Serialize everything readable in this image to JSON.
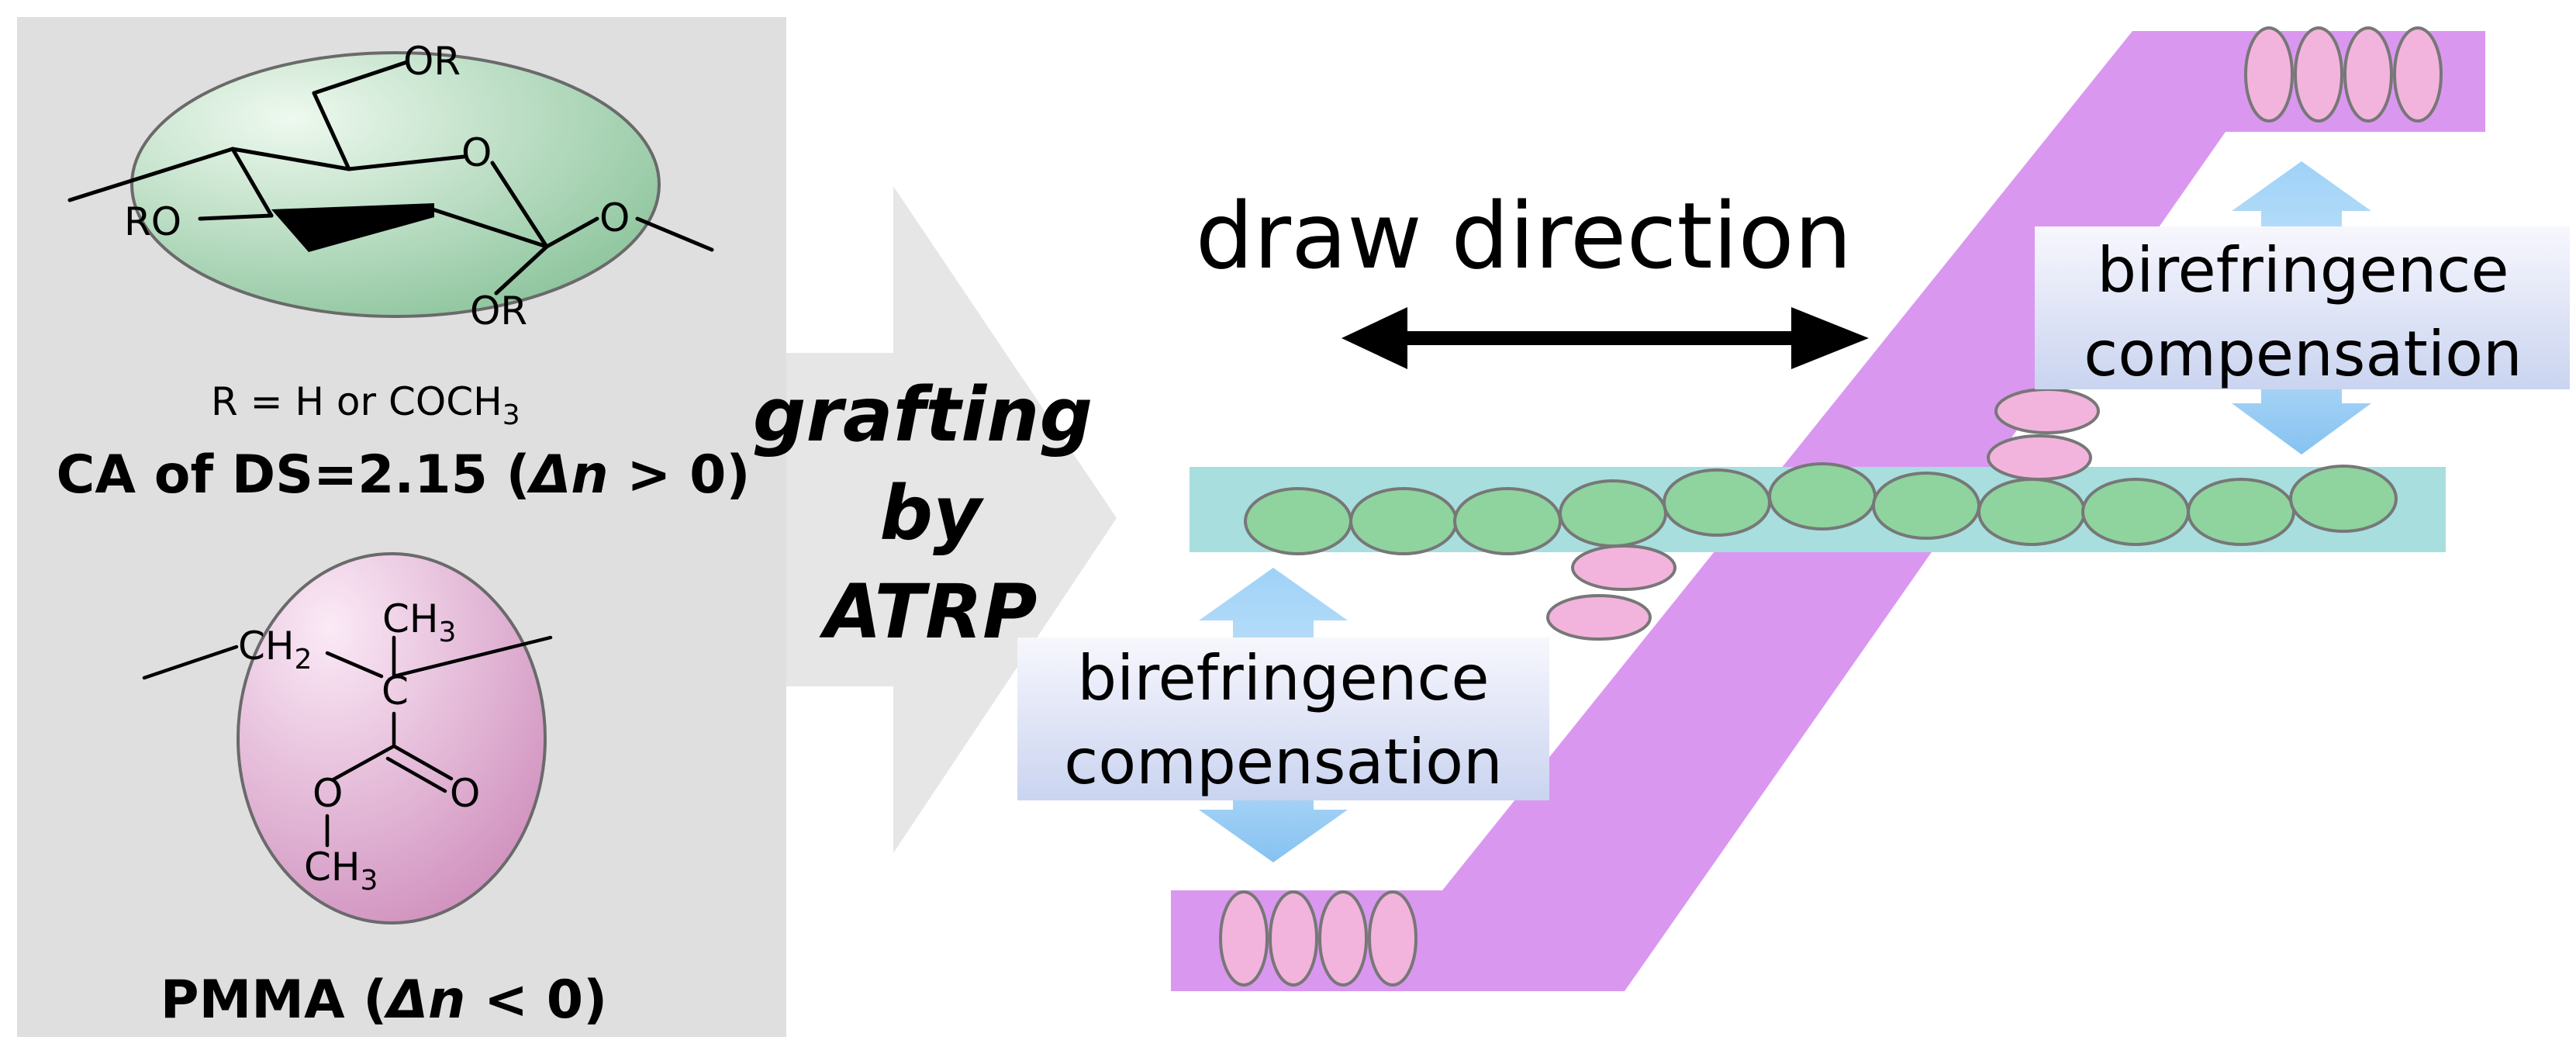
{
  "left_panel": {
    "cellulose_acetate": {
      "substituent_top": "OR",
      "ring_oxygen": "O",
      "substituent_left": "RO",
      "substituent_bottom": "OR",
      "bridge_oxygen": "O",
      "r_definition_main": "R = H or COCH",
      "r_definition_sub": "3",
      "caption_prefix": "CA of DS",
      "caption_eq": "=",
      "caption_value": "2.15",
      "caption_open": "(",
      "caption_delta": "Δ",
      "caption_n": "n",
      "caption_relation": ">",
      "caption_zero": "0)"
    },
    "pmma": {
      "ch2_main": "CH",
      "ch2_sub": "2",
      "ch3_top_main": "CH",
      "ch3_top_sub": "3",
      "carbon": "C",
      "carbonyl_oxygen": "O",
      "ester_oxygen": "O",
      "ch3_bottom_main": "CH",
      "ch3_bottom_sub": "3",
      "caption_prefix": "PMMA",
      "caption_open": "(",
      "caption_delta": "Δ",
      "caption_n": "n",
      "caption_relation": "<",
      "caption_zero": "0)"
    }
  },
  "reaction_arrow": {
    "line1": "grafting",
    "line2": "by",
    "line3": "ATRP"
  },
  "right_panel": {
    "draw_direction_label": "draw direction",
    "compensation_label_upper": {
      "line1": "birefringence",
      "line2": "compensation"
    },
    "compensation_label_lower": {
      "line1": "birefringence",
      "line2": "compensation"
    }
  },
  "colors": {
    "panel_background": "#dfdfdf",
    "arrow_fill": "#e6e6e6",
    "ca_fill": "#a9d6a9",
    "pmma_fill": "#e8b9d8",
    "backbone_band": "#a8dede",
    "graft_band": "#da97f0",
    "green_segment": "#8fd39f",
    "pink_segment": "#f2b4dc",
    "compensation_arrow": "#8ec8f4"
  }
}
